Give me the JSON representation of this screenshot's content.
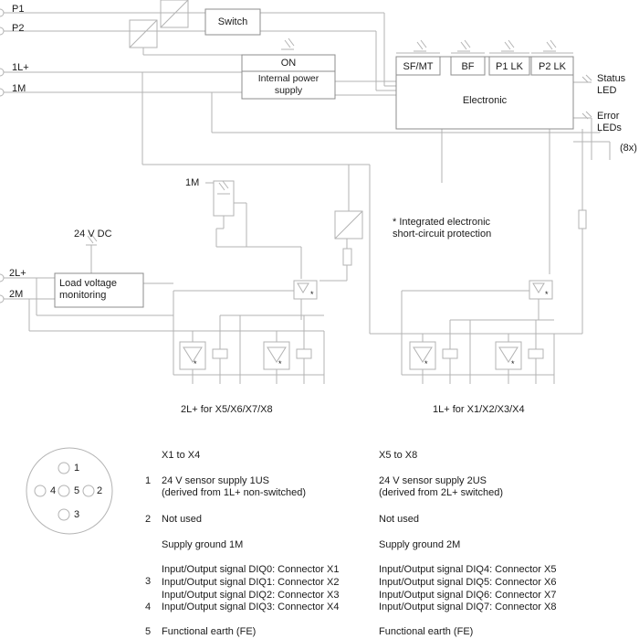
{
  "terminals": {
    "p1": "P1",
    "p2": "P2",
    "l1": "1L+",
    "m1": "1M",
    "l2": "2L+",
    "m2": "2M"
  },
  "blocks": {
    "switch": "Switch",
    "on": "ON",
    "power_supply": "Internal power\nsupply",
    "electronic": "Electronic",
    "load_monitor": "Load voltage\nmonitoring",
    "sf_mt": "SF/MT",
    "bf": "BF",
    "p1lk": "P1 LK",
    "p2lk": "P2 LK"
  },
  "labels": {
    "status_led": "Status\nLED",
    "error_leds": "Error\nLEDs",
    "eight_x": "(8x)",
    "one_m": "1M",
    "dc24": "24 V DC",
    "protection_note": "* Integrated electronic\nshort-circuit protection",
    "star": "*",
    "group_left": "2L+ for X5/X6/X7/X8",
    "group_right": "1L+ for X1/X2/X3/X4"
  },
  "connector": {
    "pins": [
      "1",
      "2",
      "3",
      "4",
      "5"
    ]
  },
  "pin_table": {
    "col1_header": "X1 to X4",
    "col2_header": "X5 to X8",
    "rows": [
      {
        "num": "1",
        "c1": "24 V sensor supply 1US\n(derived from 1L+ non-switched)",
        "c2": "24 V sensor supply 2US\n(derived from 2L+ switched)"
      },
      {
        "num": "2",
        "c1": "Not used",
        "c2": "Not used"
      },
      {
        "num": "",
        "c1": "Supply ground 1M",
        "c2": "Supply ground 2M"
      },
      {
        "num": "3",
        "c1": "Input/Output signal DIQ0: Connector X1\nInput/Output signal DIQ1: Connector X2\nInput/Output signal DIQ2: Connector X3",
        "c2": "Input/Output signal DIQ4: Connector X5\nInput/Output signal DIQ5: Connector X6\nInput/Output signal DIQ6: Connector X7"
      },
      {
        "num": "4",
        "c1": "Input/Output signal DIQ3: Connector X4",
        "c2": "Input/Output signal DIQ7: Connector X8"
      },
      {
        "num": "5",
        "c1": "Functional earth (FE)",
        "c2": "Functional earth (FE)"
      }
    ]
  }
}
